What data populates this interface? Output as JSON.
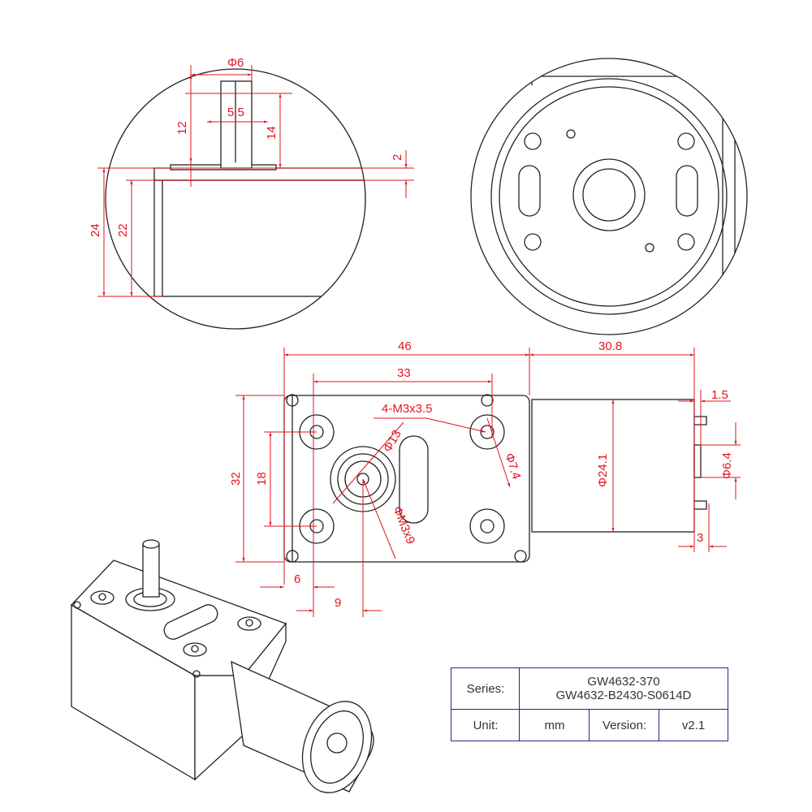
{
  "top_left_detail": {
    "shaft_diameter": "Φ6",
    "flat_width": "5.5",
    "flat_length": "12",
    "shaft_length": "14",
    "flange_thickness": "2",
    "total_height": "24",
    "body_height": "22"
  },
  "front_view": {
    "overall_length": "46",
    "motor_length": "30.8",
    "hole_spacing_x": "33",
    "screw_callout": "4-M3x3.5",
    "boss_diameter": "Φ13",
    "hole_boss_diameter": "Φ7.4",
    "output_thread": "ΦM3x9",
    "motor_diameter": "Φ24.1",
    "terminal_offset": "1.5",
    "end_boss_diameter": "Φ6.4",
    "terminal_length": "3",
    "height": "32",
    "hole_spacing_y": "18",
    "hole_offset": "6",
    "shaft_offset": "9"
  },
  "title_block": {
    "series_label": "Series:",
    "series_value_1": "GW4632-370",
    "series_value_2": "GW4632-B2430-S0614D",
    "unit_label": "Unit:",
    "unit_value": "mm",
    "version_label": "Version:",
    "version_value": "v2.1"
  },
  "colors": {
    "dimension": "#e0141e",
    "outline": "#222222",
    "table_border": "#1e2a8c"
  }
}
